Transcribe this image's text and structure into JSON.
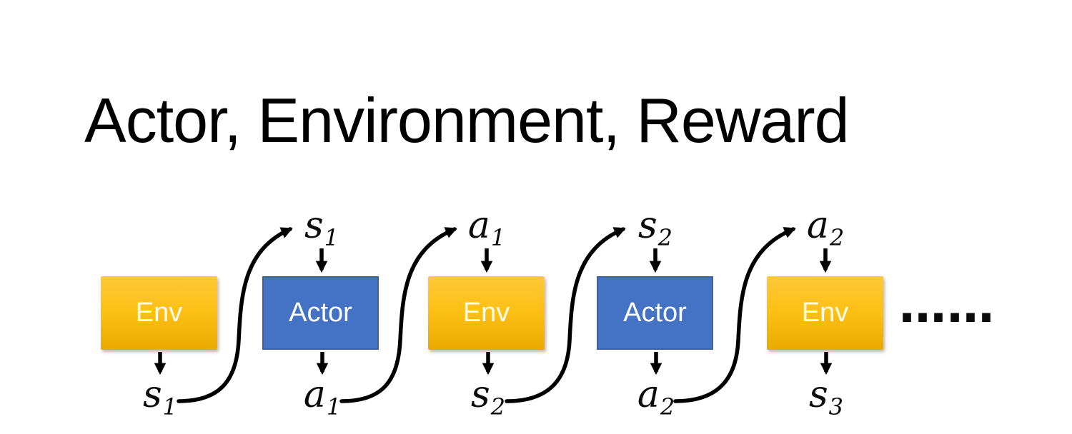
{
  "title": "Actor, Environment, Reward",
  "diagram": {
    "columns": [
      {
        "box": "Env",
        "bottom": {
          "base": "s",
          "sub": "1"
        }
      },
      {
        "box": "Actor",
        "top": {
          "base": "s",
          "sub": "1"
        },
        "bottom": {
          "base": "a",
          "sub": "1"
        }
      },
      {
        "box": "Env",
        "top": {
          "base": "a",
          "sub": "1"
        },
        "bottom": {
          "base": "s",
          "sub": "2"
        }
      },
      {
        "box": "Actor",
        "top": {
          "base": "s",
          "sub": "2"
        },
        "bottom": {
          "base": "a",
          "sub": "2"
        }
      },
      {
        "box": "Env",
        "top": {
          "base": "a",
          "sub": "2"
        },
        "bottom": {
          "base": "s",
          "sub": "3"
        }
      }
    ],
    "ellipsis": "……",
    "colors": {
      "env_gradient_top": "#FFC937",
      "env_gradient_bottom": "#EAAA00",
      "env_text": "#FFFBE6",
      "actor_fill": "#4472C4",
      "actor_border": "#3A5FA5",
      "actor_text": "#FFFFFF",
      "arrow": "#000000",
      "background": "#FFFFFF",
      "title_text": "#000000"
    }
  }
}
